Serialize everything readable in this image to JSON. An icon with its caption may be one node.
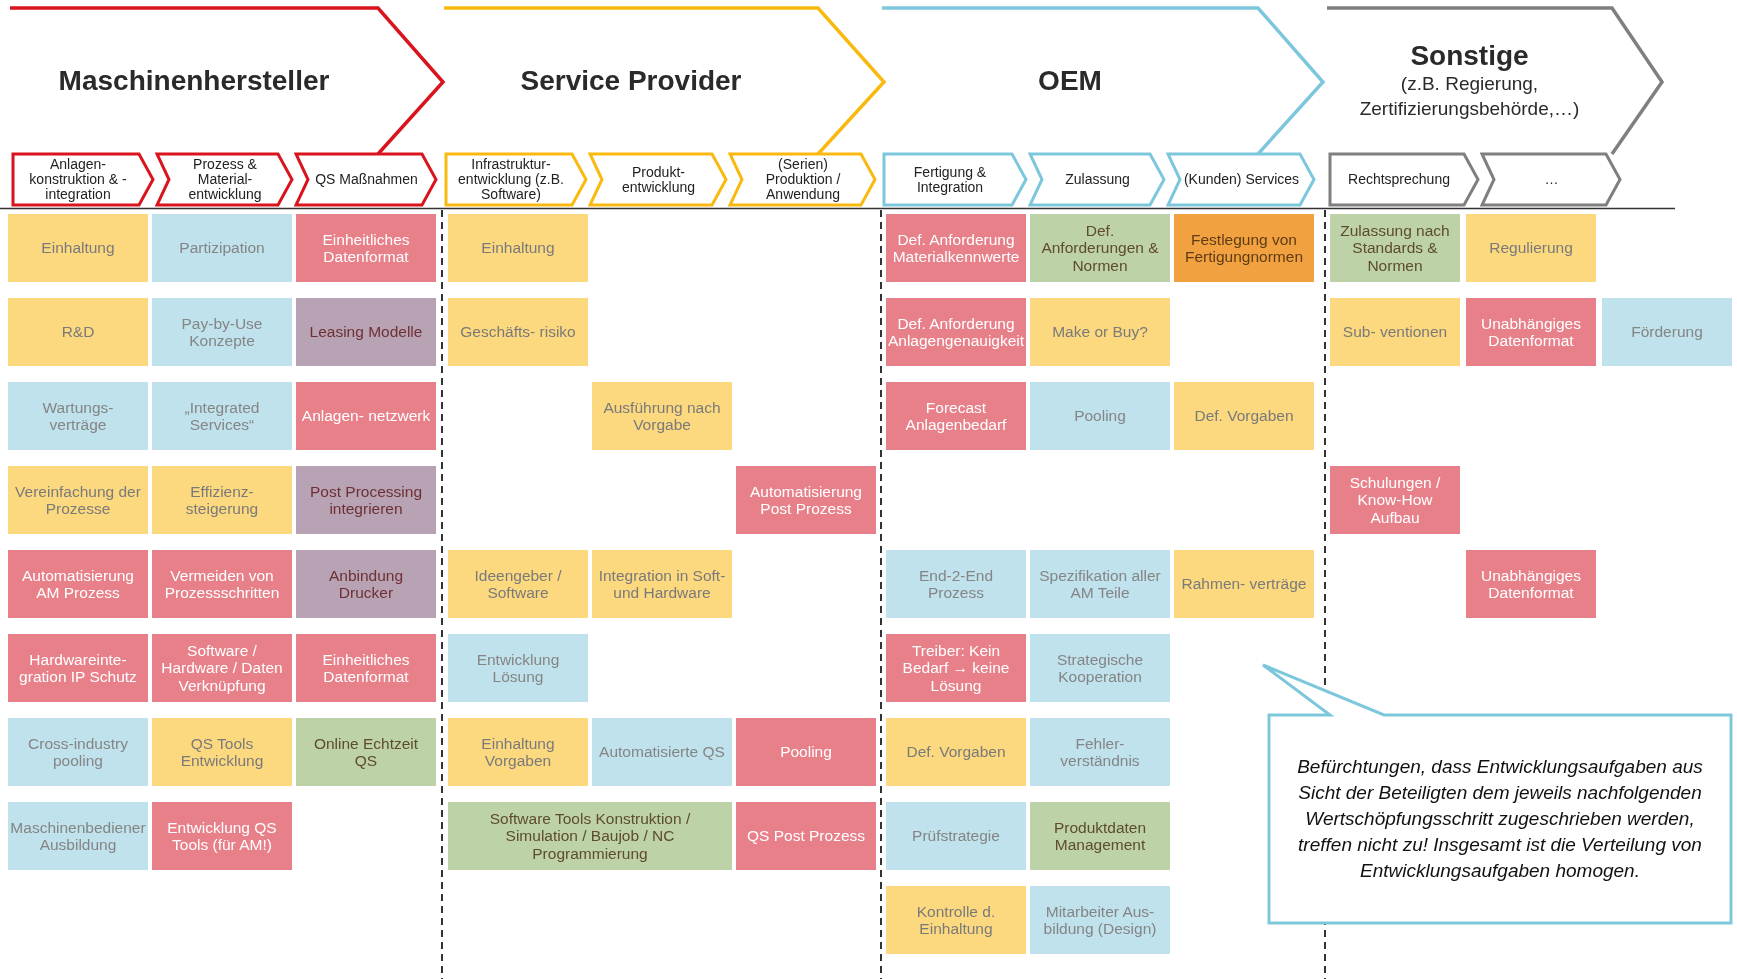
{
  "diagram": {
    "nodes": [
      {
        "text": [
          "Maschinenhersteller"
        ]
      },
      {
        "text": [
          "Service Provider"
        ]
      },
      {
        "text": [
          "OEM"
        ]
      },
      {
        "text": [
          "Sonstige",
          "(z.B. Regierung, Zertifizierungsbehörde,…)"
        ]
      },
      {
        "text": [
          "Anlagen- konstruktion & -integration"
        ]
      },
      {
        "text": [
          "Prozess & Material- entwicklung"
        ]
      },
      {
        "text": [
          "QS Maßnahmen"
        ]
      },
      {
        "text": [
          "Infrastruktur- entwicklung (z.B. Software)"
        ]
      },
      {
        "text": [
          "Produkt- entwicklung"
        ]
      },
      {
        "text": [
          "(Serien) Produktion / Anwendung"
        ]
      },
      {
        "text": [
          "Fertigung & Integration"
        ]
      },
      {
        "text": [
          "Zulassung"
        ]
      },
      {
        "text": [
          "(Kunden) Services"
        ]
      },
      {
        "text": [
          "Rechtsprechung"
        ]
      },
      {
        "text": [
          "…"
        ]
      },
      {
        "text": [
          "Einhaltung"
        ]
      },
      {
        "text": [
          "Partizipation"
        ]
      },
      {
        "text": [
          "Einheitliches Datenformat"
        ]
      },
      {
        "text": [
          "R&D"
        ]
      },
      {
        "text": [
          "Pay-by-Use Konzepte"
        ]
      },
      {
        "text": [
          "Leasing Modelle"
        ]
      },
      {
        "text": [
          "Wartungs- verträge"
        ]
      },
      {
        "text": [
          "„Integrated Services“"
        ]
      },
      {
        "text": [
          "Anlagen- netzwerk"
        ]
      },
      {
        "text": [
          "Vereinfachung der Prozesse"
        ]
      },
      {
        "text": [
          "Effizienz- steigerung"
        ]
      },
      {
        "text": [
          "Post Processing integrieren"
        ]
      },
      {
        "text": [
          "Automatisierung AM Prozess"
        ]
      },
      {
        "text": [
          "Vermeiden von Prozessschritten"
        ]
      },
      {
        "text": [
          "Anbindung Drucker"
        ]
      },
      {
        "text": [
          "Hardwareinte- gration IP Schutz"
        ]
      },
      {
        "text": [
          "Software / Hardware / Daten Verknüpfung"
        ]
      },
      {
        "text": [
          "Einheitliches Datenformat"
        ]
      },
      {
        "text": [
          "Cross-industry pooling"
        ]
      },
      {
        "text": [
          "QS Tools Entwicklung"
        ]
      },
      {
        "text": [
          "Online Echtzeit QS"
        ]
      },
      {
        "text": [
          "Maschinenbediener Ausbildung"
        ]
      },
      {
        "text": [
          "Entwicklung QS Tools (für AM!)"
        ]
      },
      {
        "text": [
          "Einhaltung"
        ]
      },
      {
        "text": [
          "Geschäfts- risiko"
        ]
      },
      {
        "text": [
          "Ausführung nach Vorgabe"
        ]
      },
      {
        "text": [
          "Automatisierung Post Prozess"
        ]
      },
      {
        "text": [
          "Ideengeber / Software"
        ]
      },
      {
        "text": [
          "Integration in Soft- und Hardware"
        ]
      },
      {
        "text": [
          "Entwicklung Lösung"
        ]
      },
      {
        "text": [
          "Einhaltung Vorgaben"
        ]
      },
      {
        "text": [
          "Automatisierte QS"
        ]
      },
      {
        "text": [
          "Pooling"
        ]
      },
      {
        "text": [
          "Software Tools Konstruktion / Simulation / Baujob / NC Programmierung"
        ]
      },
      {
        "text": [
          "QS Post Prozess"
        ]
      },
      {
        "text": [
          "Def. Anforderung Materialkennwerte"
        ]
      },
      {
        "text": [
          "Def. Anforderungen & Normen"
        ]
      },
      {
        "text": [
          "Festlegung von Fertigungnormen"
        ]
      },
      {
        "text": [
          "Def. Anforderung Anlagengenauigkeit"
        ]
      },
      {
        "text": [
          "Make or Buy?"
        ]
      },
      {
        "text": [
          "Forecast Anlagenbedarf"
        ]
      },
      {
        "text": [
          "Pooling"
        ]
      },
      {
        "text": [
          "Def. Vorgaben"
        ]
      },
      {
        "text": [
          "End-2-End Prozess"
        ]
      },
      {
        "text": [
          "Spezifikation aller AM Teile"
        ]
      },
      {
        "text": [
          "Treiber: Kein Bedarf → keine Lösung"
        ]
      },
      {
        "text": [
          "Strategische Kooperation"
        ]
      },
      {
        "text": [
          "Rahmen- verträge"
        ]
      },
      {
        "text": [
          "Def. Vorgaben"
        ]
      },
      {
        "text": [
          "Fehler- verständnis"
        ]
      },
      {
        "text": [
          "Kontrolle d. Einhaltung"
        ]
      },
      {
        "text": [
          "Prüfstrategie"
        ]
      },
      {
        "text": [
          "Produktdaten Management"
        ]
      },
      {
        "text": [
          "Mitarbeiter Aus- bildung (Design)"
        ]
      },
      {
        "text": [
          "Zulassung nach Standards & Normen"
        ]
      },
      {
        "text": [
          "Regulierung"
        ]
      },
      {
        "text": [
          "Sub- ventionen"
        ]
      },
      {
        "text": [
          "Unabhängiges Datenformat"
        ]
      },
      {
        "text": [
          "Förderung"
        ]
      },
      {
        "text": [
          "Schulungen / Know-How Aufbau"
        ]
      },
      {
        "text": [
          "Unabhängiges Datenformat"
        ]
      },
      {
        "text": [
          "Befürchtungen, dass Entwicklungsaufgaben aus Sicht der Beteiligten dem jeweils nachfolgenden Wertschöpfungsschritt zugeschrieben werden, treffen nicht zu! Insgesamt ist die Verteilung von Entwicklungsaufgaben homogen."
        ]
      }
    ],
    "edges": []
  }
}
